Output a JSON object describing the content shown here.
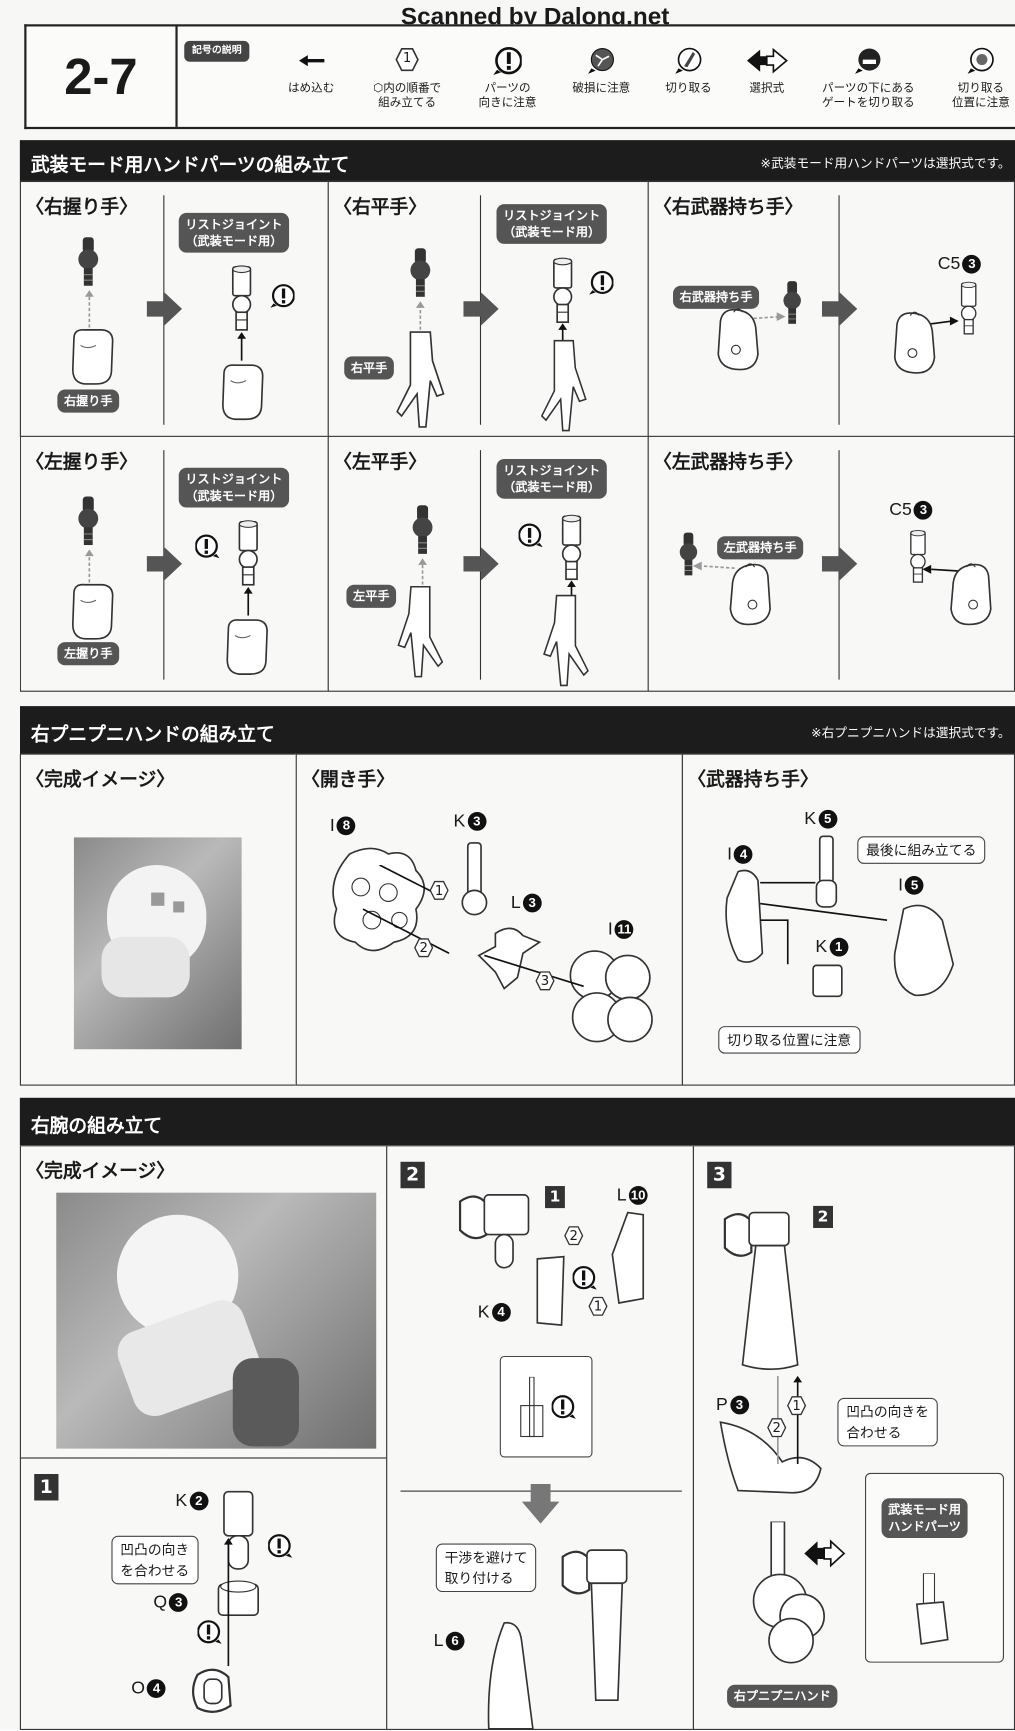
{
  "watermark": "Scanned by Dalong.net",
  "header": {
    "step": "2-7",
    "legend_title": "記号の説明",
    "legend": [
      {
        "icon": "push-in-arrow-icon",
        "line1": "はめ込む",
        "line2": ""
      },
      {
        "icon": "order-hexagon-icon",
        "symbol": "1",
        "line1": "⬡内の順番で",
        "line2": "組み立てる"
      },
      {
        "icon": "orientation-caution-icon",
        "symbol": "!",
        "line1": "パーツの",
        "line2": "向きに注意"
      },
      {
        "icon": "breakage-caution-icon",
        "line1": "破損に注意",
        "line2": ""
      },
      {
        "icon": "cut-off-icon",
        "line1": "切り取る",
        "line2": ""
      },
      {
        "icon": "selectable-arrows-icon",
        "line1": "選択式",
        "line2": ""
      },
      {
        "icon": "cut-gate-under-part-icon",
        "line1": "パーツの下にある",
        "line2": "ゲートを切り取る"
      },
      {
        "icon": "cut-position-caution-icon",
        "line1": "切り取る",
        "line2": "位置に注意"
      }
    ]
  },
  "section1": {
    "title": "武装モード用ハンドパーツの組み立て",
    "note": "※武装モード用ハンドパーツは選択式です。",
    "wrist_joint_label": {
      "line1": "リストジョイント",
      "line2": "（武装モード用）"
    },
    "cells": [
      {
        "title": "〈右握り手〉",
        "hand_label": "右握り手"
      },
      {
        "title": "〈右平手〉",
        "hand_label": "右平手"
      },
      {
        "title": "〈右武器持ち手〉",
        "hand_label": "右武器持ち手",
        "part": {
          "letter": "C5",
          "num": "3"
        }
      },
      {
        "title": "〈左握り手〉",
        "hand_label": "左握り手"
      },
      {
        "title": "〈左平手〉",
        "hand_label": "左平手"
      },
      {
        "title": "〈左武器持ち手〉",
        "hand_label": "左武器持ち手",
        "part": {
          "letter": "C5",
          "num": "3"
        }
      }
    ]
  },
  "section2": {
    "title": "右プニプニハンドの組み立て",
    "note": "※右プニプニハンドは選択式です。",
    "panels": [
      {
        "title": "〈完成イメージ〉"
      },
      {
        "title": "〈開き手〉",
        "parts": [
          {
            "letter": "I",
            "num": "8"
          },
          {
            "letter": "K",
            "num": "3"
          },
          {
            "letter": "L",
            "num": "3"
          },
          {
            "letter": "I",
            "num": "11"
          }
        ],
        "steps": [
          "1",
          "2",
          "3"
        ]
      },
      {
        "title": "〈武器持ち手〉",
        "parts": [
          {
            "letter": "K",
            "num": "5"
          },
          {
            "letter": "I",
            "num": "4"
          },
          {
            "letter": "I",
            "num": "5"
          },
          {
            "letter": "K",
            "num": "1"
          }
        ],
        "callouts": [
          "最後に組み立てる",
          "切り取る位置に注意"
        ]
      }
    ]
  },
  "section3": {
    "title": "右腕の組み立て",
    "panels": {
      "image": {
        "title": "〈完成イメージ〉"
      },
      "step1": {
        "number": "1",
        "parts": [
          {
            "letter": "K",
            "num": "2"
          },
          {
            "letter": "Q",
            "num": "3"
          },
          {
            "letter": "O",
            "num": "4"
          }
        ],
        "callout": {
          "line1": "凹凸の向き",
          "line2": "を合わせる"
        }
      },
      "step2": {
        "number": "2",
        "ref": "1",
        "parts": [
          {
            "letter": "L",
            "num": "10"
          },
          {
            "letter": "K",
            "num": "4"
          },
          {
            "letter": "L",
            "num": "6"
          }
        ],
        "steps": [
          "2",
          "1"
        ],
        "callout": {
          "line1": "干渉を避けて",
          "line2": "取り付ける"
        }
      },
      "step3": {
        "number": "3",
        "ref": "2",
        "parts": [
          {
            "letter": "P",
            "num": "3"
          }
        ],
        "steps": [
          "1",
          "2"
        ],
        "callout": {
          "line1": "凹凸の向きを",
          "line2": "合わせる"
        },
        "option_label": {
          "line1": "武装モード用",
          "line2": "ハンドパーツ"
        },
        "hand_label": "右プニプニハンド"
      }
    }
  }
}
